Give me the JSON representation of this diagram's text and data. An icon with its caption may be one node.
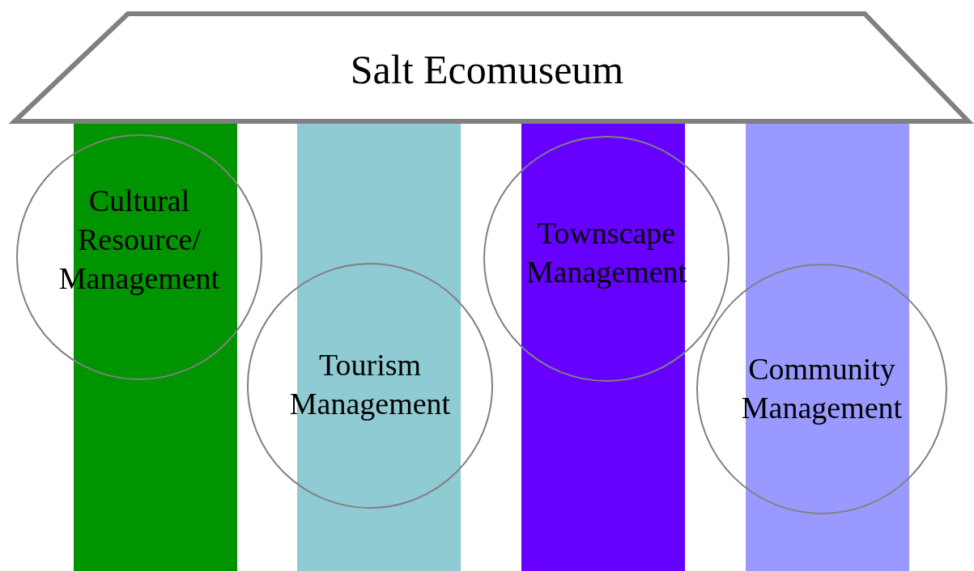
{
  "diagram": {
    "nodes": [
      {
        "text": [
          "Salt Ecomuseum"
        ]
      },
      {
        "text": [],
        "shape": "bar"
      },
      {
        "text": [],
        "shape": "bar"
      },
      {
        "text": [],
        "shape": "bar"
      },
      {
        "text": [],
        "shape": "bar"
      },
      {
        "text": [
          "Cultural Resource/ Management"
        ]
      },
      {
        "text": [
          "Tourism Management"
        ]
      },
      {
        "text": [
          "Townscape Management"
        ]
      },
      {
        "text": [
          "Community Management"
        ]
      }
    ],
    "edges": []
  }
}
